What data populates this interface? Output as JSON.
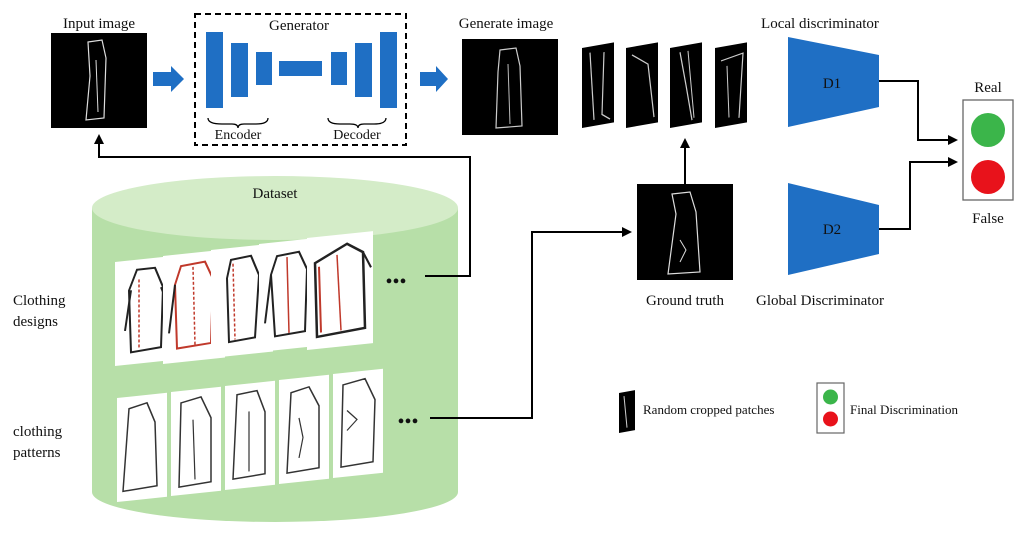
{
  "labels": {
    "input_image": "Input image",
    "generator": "Generator",
    "encoder": "Encoder",
    "decoder": "Decoder",
    "generate_image": "Generate image",
    "local_discriminator": "Local discriminator",
    "d1": "D1",
    "d2": "D2",
    "global_discriminator": "Global Discriminator",
    "real": "Real",
    "false": "False",
    "dataset": "Dataset",
    "clothing_designs_1": "Clothing",
    "clothing_designs_2": "designs",
    "clothing_patterns_1": "clothing",
    "clothing_patterns_2": "patterns",
    "ground_truth": "Ground truth",
    "ellipsis": "•••"
  },
  "legend": {
    "patches": "Random cropped patches",
    "final": "Final Discrimination"
  },
  "colors": {
    "blue": "#1f6fc4",
    "dataset_fill": "#b7dfa8",
    "dataset_top": "#d4ecc8",
    "real_green": "#3bb54a",
    "false_red": "#e8121b",
    "sketch_red": "#c0392b"
  }
}
